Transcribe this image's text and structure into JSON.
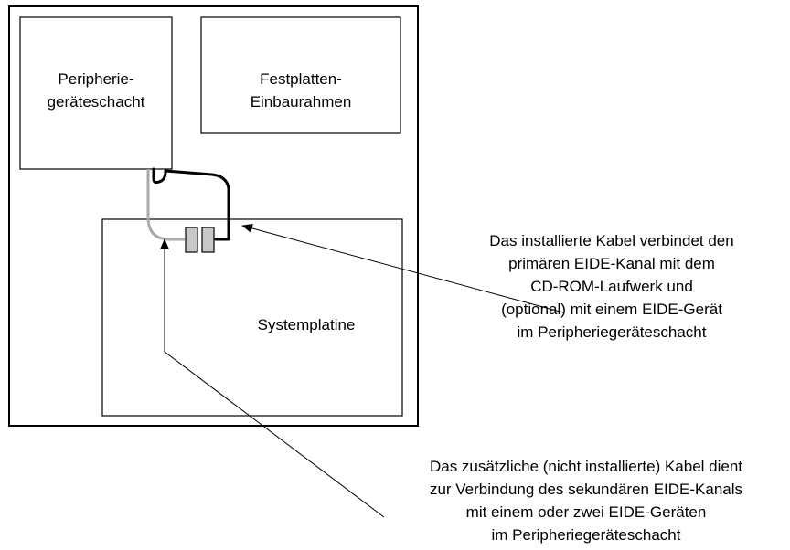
{
  "boxes": {
    "peripheral_bay": [
      "Peripherie-",
      "geräteschacht"
    ],
    "hdd_frame": [
      "Festplatten-",
      "Einbaurahmen"
    ],
    "system_board": "Systemplatine"
  },
  "callouts": {
    "installed_cable": [
      "Das installierte Kabel verbindet den",
      "primären EIDE-Kanal mit dem",
      "CD-ROM-Laufwerk und",
      "(optional) mit einem EIDE-Gerät",
      "im Peripheriegeräteschacht"
    ],
    "additional_cable": [
      "Das zusätzliche (nicht installierte) Kabel dient",
      "zur Verbindung des sekundären EIDE-Kanals",
      "mit einem oder zwei EIDE-Geräten",
      "im Peripheriegeräteschacht"
    ]
  },
  "colors": {
    "installed_cable": "#000000",
    "additional_cable": "#aaaaaa",
    "connector_fill": "#c8c8c8"
  }
}
